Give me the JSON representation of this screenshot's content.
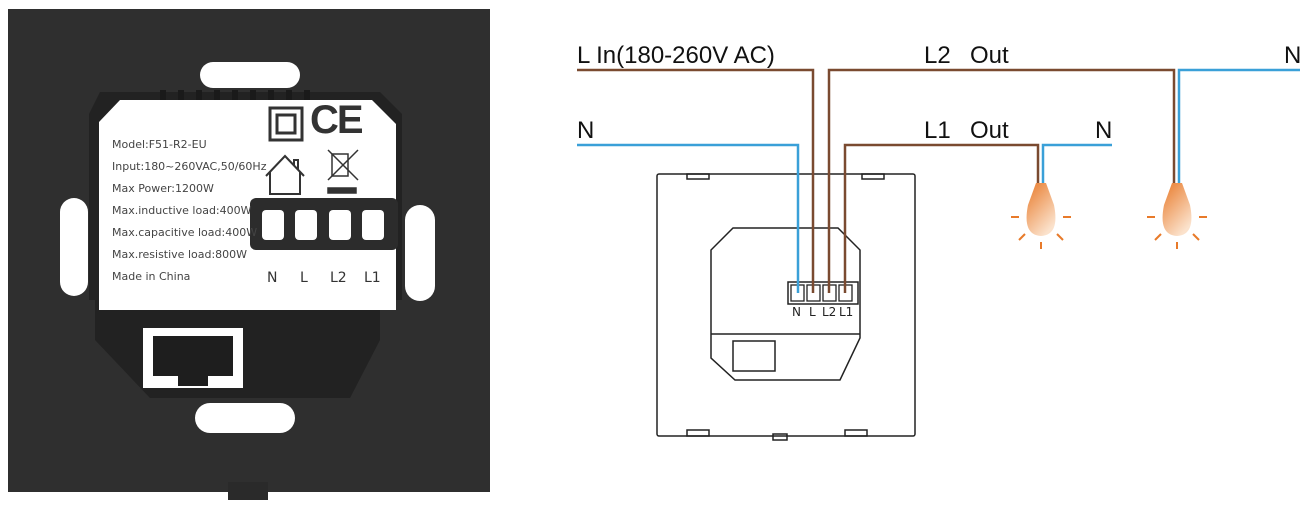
{
  "product_photo": {
    "label_lines": [
      "Model:F51-R2-EU",
      "Input:180~260VAC,50/60Hz",
      "Max Power:1200W",
      "Max.inductive load:400W",
      "Max.capacitive load:400W",
      "Max.resistive load:800W",
      "Made in China"
    ],
    "terminals": [
      "N",
      "L",
      "L2",
      "L1"
    ],
    "marks": [
      "class-ii-icon",
      "ce-mark",
      "indoor-use-icon",
      "weee-bin-icon"
    ],
    "ce_text": "CE"
  },
  "wiring": {
    "labels": {
      "l_in": "L In(180-260V AC)",
      "n_in": "N",
      "l2_out": "L2",
      "l2_out_suffix": "Out",
      "l1_out": "L1",
      "l1_out_suffix": "Out",
      "n_l1": "N",
      "n_l2": "N"
    },
    "terminals": [
      "N",
      "L",
      "L2",
      "L1"
    ],
    "colors": {
      "live": "#7a4a30",
      "neutral": "#3aa0d8",
      "bulb": "#e87a2a",
      "outline": "#222222"
    },
    "loads": [
      "bulb-l1",
      "bulb-l2"
    ]
  }
}
